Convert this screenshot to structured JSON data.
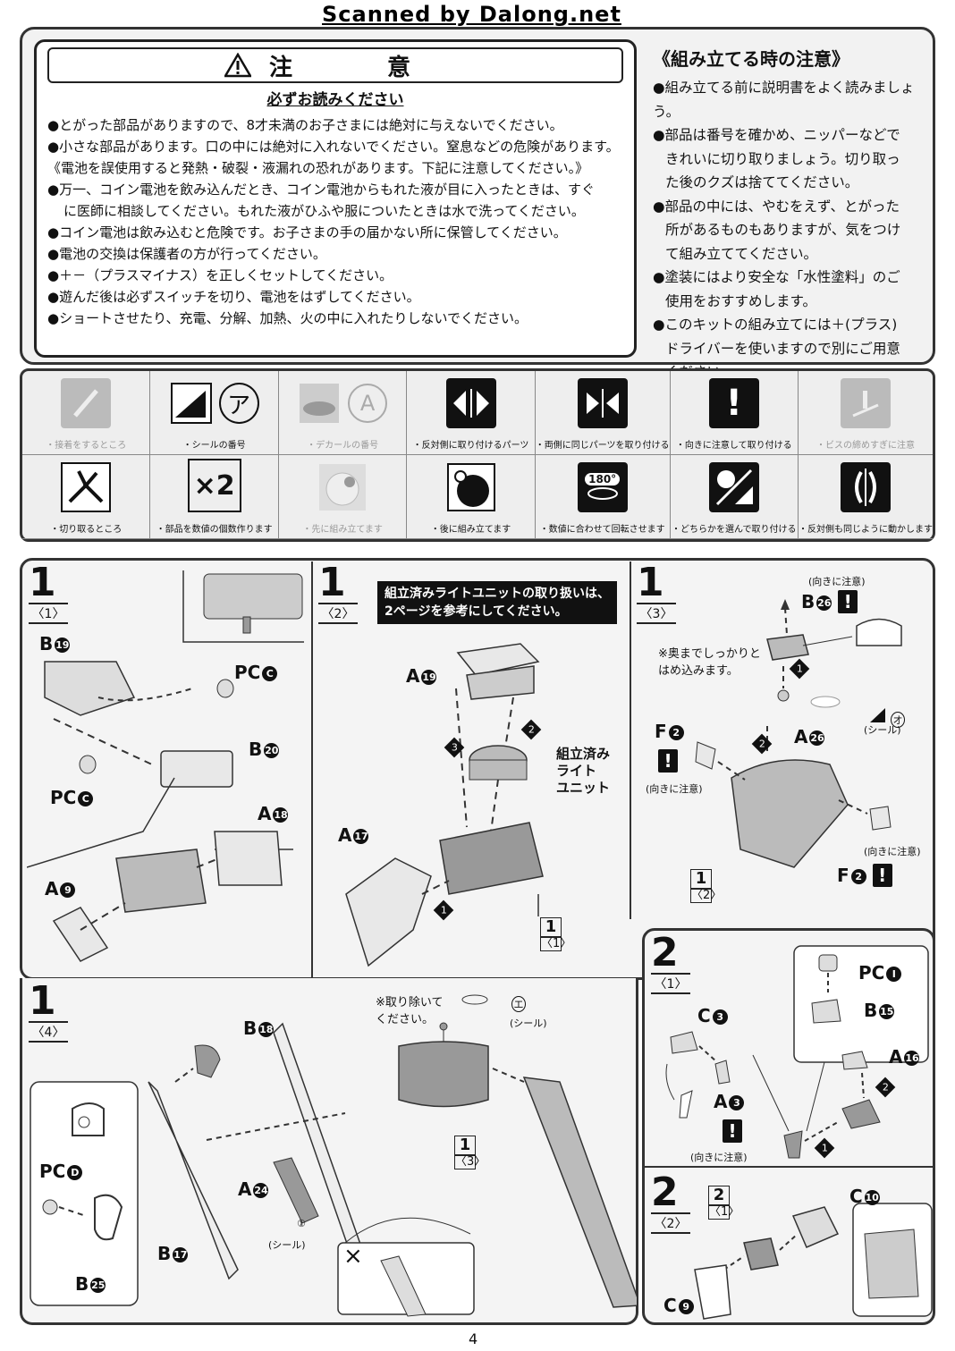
{
  "scan_credit": "Scanned by Dalong.net",
  "caution": {
    "title": "注　意",
    "subtitle": "必ずお読みください",
    "lines": [
      "●とがった部品がありますので、8才未満のお子さまには絶対に与えないでください。",
      "●小さな部品があります。口の中には絶対に入れないでください。窒息などの危険があります。",
      "《電池を誤使用すると発熱・破裂・液漏れの恐れがあります。下記に注意してください。》",
      "●万一、コイン電池を飲み込んだとき、コイン電池からもれた液が目に入ったときは、すぐ",
      "に医師に相談してください。もれた液がひふや服についたときは水で洗ってください。",
      "●コイン電池は飲み込むと危険です。お子さまの手の届かない所に保管してください。",
      "●電池の交換は保護者の方が行ってください。",
      "●＋－（プラスマイナス）を正しくセットしてください。",
      "●遊んだ後は必ずスイッチを切り、電池をはずしてください。",
      "●ショートさせたり、充電、分解、加熱、火の中に入れたりしないでください。"
    ]
  },
  "assembly_notes": {
    "title": "《組み立てる時の注意》",
    "lines": [
      "●組み立てる前に説明書をよく読みましょう。",
      "●部品は番号を確かめ、ニッパーなどで",
      "きれいに切り取りましょう。切り取っ",
      "た後のクズは捨ててください。",
      "●部品の中には、やむをえず、とがった",
      "所があるものもありますが、気をつけ",
      "て組み立ててください。",
      "●塗装にはより安全な「水性塗料」のご",
      "使用をおすすめします。",
      "●このキットの組み立てには＋(プラス)",
      "ドライバーを使いますので別にご用意",
      "ください。"
    ]
  },
  "legend": [
    {
      "label": "・接着をするところ",
      "icon": "glue-brush-icon",
      "dim": true
    },
    {
      "label": "・シールの番号",
      "icon": "sticker-number-icon",
      "glyph": "ア",
      "dim": false
    },
    {
      "label": "・デカールの番号",
      "icon": "decal-number-icon",
      "glyph": "A",
      "dim": true
    },
    {
      "label": "・反対側に取り付けるパーツ",
      "icon": "opposite-side-icon",
      "dim": false
    },
    {
      "label": "・両側に同じパーツを取り付ける",
      "icon": "both-sides-icon",
      "dim": false
    },
    {
      "label": "・向きに注意して取り付ける",
      "icon": "direction-warning-icon",
      "glyph": "!",
      "dim": false
    },
    {
      "label": "・ビスの締めすぎに注意",
      "icon": "screw-overtighten-icon",
      "dim": true
    },
    {
      "label": "・切り取るところ",
      "icon": "nipper-icon",
      "dim": false
    },
    {
      "label": "・部品を数値の個数作ります",
      "icon": "multiply-count-icon",
      "glyph": "×2",
      "dim": false
    },
    {
      "label": "・先に組み立てます",
      "icon": "assemble-first-icon",
      "dim": true
    },
    {
      "label": "・後に組み立てます",
      "icon": "assemble-later-icon",
      "dim": false
    },
    {
      "label": "・数値に合わせて回転させます",
      "icon": "rotate-icon",
      "glyph": "180°",
      "dim": false
    },
    {
      "label": "・どちらかを選んで取り付ける",
      "icon": "choose-option-icon",
      "dim": false
    },
    {
      "label": "・反対側も同じように動かします",
      "icon": "move-both-sides-icon",
      "dim": false
    }
  ],
  "steps": {
    "s1_1": {
      "num": "1",
      "sub": "〈1〉",
      "parts": {
        "b19": "B",
        "b19n": "19",
        "pc1": "PC",
        "pc1n": "C",
        "b20": "B",
        "b20n": "20",
        "pc2": "PC",
        "pc2n": "C",
        "a18": "A",
        "a18n": "18",
        "a9": "A",
        "a9n": "9"
      }
    },
    "s1_2": {
      "num": "1",
      "sub": "〈2〉",
      "banner1": "組立済みライトユニットの取り扱いは、",
      "banner2": "2ページを参考にしてください。",
      "a19": "A",
      "a19n": "19",
      "a17": "A",
      "a17n": "17",
      "unit1": "組立済み",
      "unit2": "ライト",
      "unit3": "ユニット",
      "ref_num": "1",
      "ref_sub": "〈1〉",
      "d1": "1",
      "d2": "2",
      "d3": "3"
    },
    "s1_3": {
      "num": "1",
      "sub": "〈3〉",
      "b26": "B",
      "b26n": "26",
      "caution": "(向きに注意)",
      "note1": "※奥までしっかりと",
      "note2": "はめ込みます。",
      "a26": "A",
      "a26n": "26",
      "sticker": "オ",
      "sticker_label": "(シール)",
      "f2": "F",
      "f2n": "2",
      "ref_num": "1",
      "ref_sub": "〈2〉",
      "d1": "1",
      "d2": "2"
    },
    "s1_4": {
      "num": "1",
      "sub": "〈4〉",
      "b18": "B",
      "b18n": "18",
      "note1": "※取り除いて",
      "note2": "ください。",
      "sticker_e": "エ",
      "sticker_label": "(シール)",
      "ref_num": "1",
      "ref_sub": "〈3〉",
      "pcd": "PC",
      "pcdn": "D",
      "a24": "A",
      "a24n": "24",
      "sticker_1": "①",
      "b17": "B",
      "b17n": "17",
      "b25": "B",
      "b25n": "25",
      "x": "×"
    },
    "s2_1": {
      "num": "2",
      "sub": "〈1〉",
      "c3": "C",
      "c3n": "3",
      "a3": "A",
      "a3n": "3",
      "caution": "(向きに注意)",
      "pc": "PC",
      "pcn": "I",
      "b15": "B",
      "b15n": "15",
      "a16": "A",
      "a16n": "16",
      "d1": "1",
      "d2": "2"
    },
    "s2_2": {
      "num": "2",
      "sub": "〈2〉",
      "ref_num": "2",
      "ref_sub": "〈1〉",
      "c10": "C",
      "c10n": "10",
      "c9": "C",
      "c9n": "9"
    }
  },
  "page_number": "4"
}
